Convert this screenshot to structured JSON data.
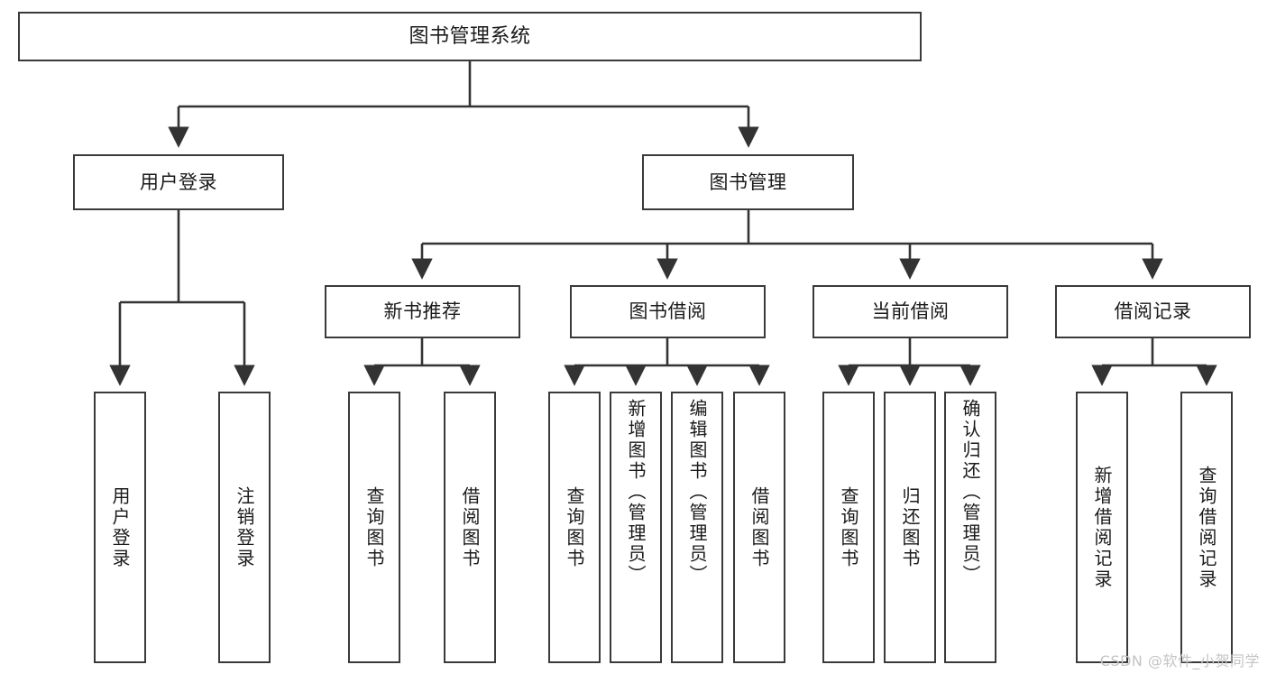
{
  "diagram": {
    "title": "图书管理系统",
    "type": "tree-hierarchy-chart",
    "root": {
      "label": "图书管理系统"
    },
    "level1": [
      {
        "label": "用户登录"
      },
      {
        "label": "图书管理"
      }
    ],
    "level2": [
      {
        "label": "新书推荐"
      },
      {
        "label": "图书借阅"
      },
      {
        "label": "当前借阅"
      },
      {
        "label": "借阅记录"
      }
    ],
    "leaves": {
      "user_login": [
        {
          "label": "用户登录"
        },
        {
          "label": "注销登录"
        }
      ],
      "new_book_recommend": [
        {
          "label": "查询图书"
        },
        {
          "label": "借阅图书"
        }
      ],
      "book_borrow": [
        {
          "label": "查询图书"
        },
        {
          "label": "新增图书（管理员）"
        },
        {
          "label": "编辑图书（管理员）"
        },
        {
          "label": "借阅图书"
        }
      ],
      "current_borrow": [
        {
          "label": "查询图书"
        },
        {
          "label": "归还图书"
        },
        {
          "label": "确认归还（管理员）"
        }
      ],
      "borrow_record": [
        {
          "label": "新增借阅记录"
        },
        {
          "label": "查询借阅记录"
        }
      ]
    }
  },
  "watermark": {
    "text": "CSDN @软件_小贺同学"
  },
  "colors": {
    "stroke": "#3a3a3a",
    "fill": "#ffffff",
    "text": "#1a1a1a",
    "watermark": "#c4c4c4"
  }
}
